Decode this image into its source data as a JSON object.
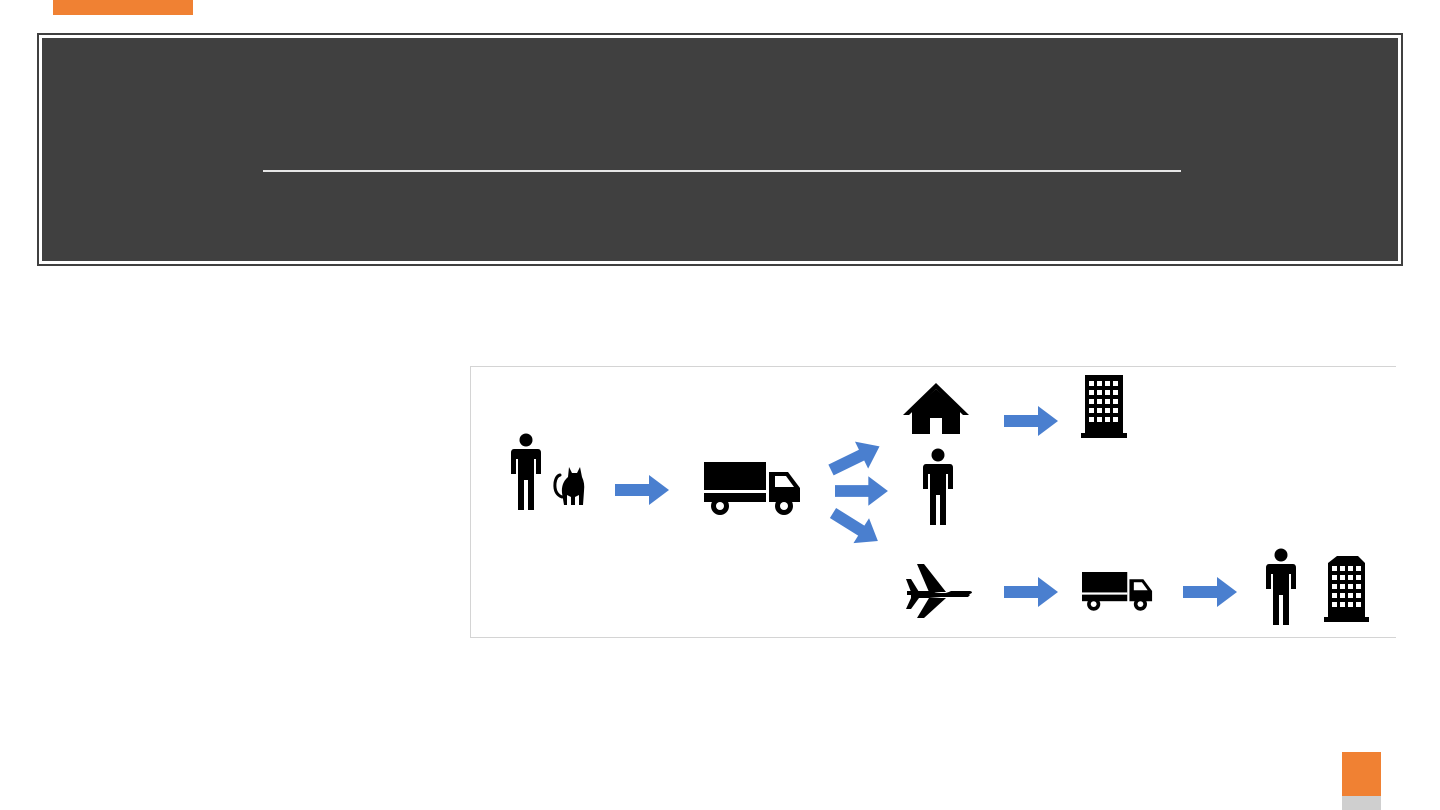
{
  "slide": {
    "accent_color": "#f08133",
    "title_panel_color": "#404040",
    "arrow_color": "#4a7fcf",
    "icon_color": "#000000"
  },
  "diagram": {
    "flow": [
      {
        "step": "origin",
        "icons": [
          "person-icon",
          "cat-icon"
        ]
      },
      {
        "step": "ground-transport",
        "icons": [
          "truck-icon"
        ]
      },
      {
        "step": "branch-home",
        "icons": [
          "house-icon",
          "office-building-icon"
        ]
      },
      {
        "step": "branch-person",
        "icons": [
          "person-icon"
        ]
      },
      {
        "step": "branch-air",
        "icons": [
          "airplane-icon",
          "truck-icon",
          "person-icon",
          "office-building-icon"
        ]
      }
    ]
  }
}
